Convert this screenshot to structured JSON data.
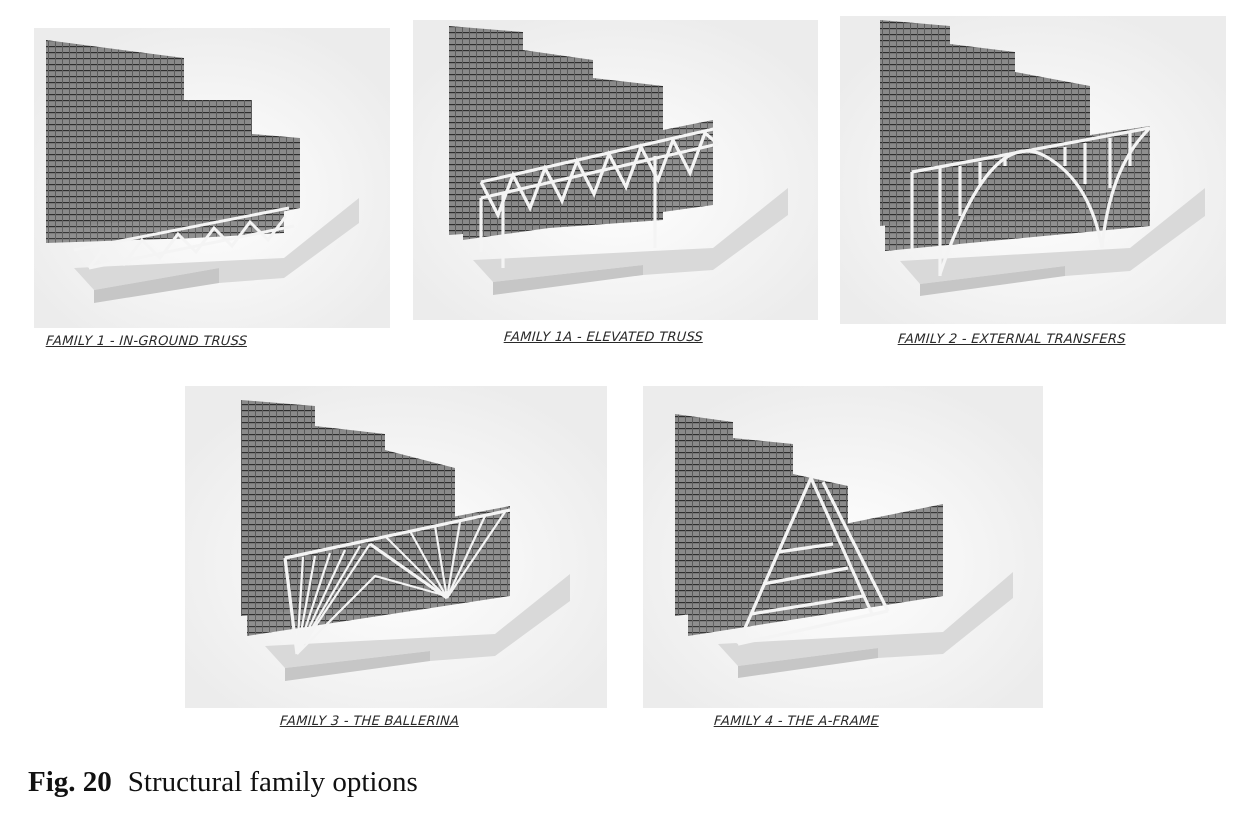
{
  "figure": {
    "number": "Fig. 20",
    "caption": "Structural family options"
  },
  "panels": [
    {
      "label": "FAMILY 1 - IN-GROUND TRUSS",
      "scheme": "in-ground-truss"
    },
    {
      "label": "FAMILY 1A - ELEVATED TRUSS",
      "scheme": "elevated-truss"
    },
    {
      "label": "FAMILY 2 - EXTERNAL TRANSFERS",
      "scheme": "external-transfers"
    },
    {
      "label": "FAMILY 3 - THE BALLERINA",
      "scheme": "ballerina"
    },
    {
      "label": "FAMILY 4 - THE A-FRAME",
      "scheme": "a-frame"
    }
  ]
}
